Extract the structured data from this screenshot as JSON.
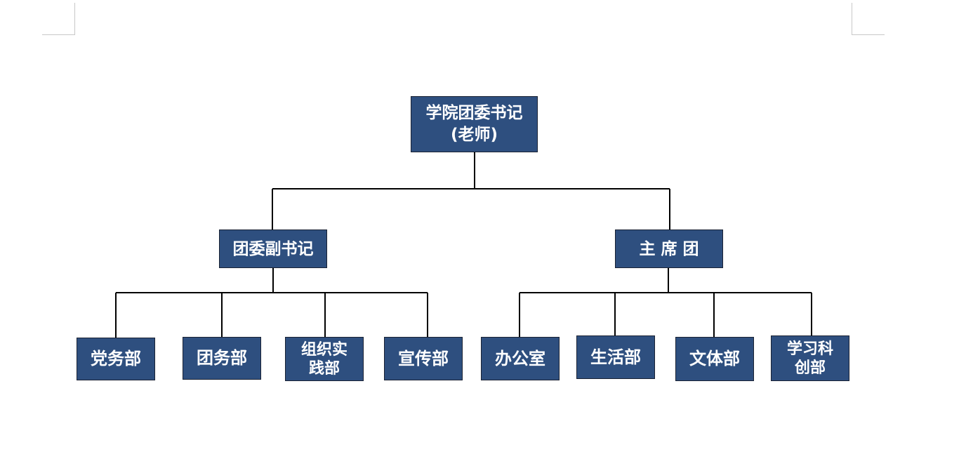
{
  "org_chart": {
    "root": {
      "label": "学院团委书记\n(老师)"
    },
    "branches": [
      {
        "label": "团委副书记",
        "departments": [
          {
            "label": "党务部"
          },
          {
            "label": "团务部"
          },
          {
            "label": "组织实\n践部"
          },
          {
            "label": "宣传部"
          }
        ]
      },
      {
        "label": "主 席 团",
        "departments": [
          {
            "label": "办公室"
          },
          {
            "label": "生活部"
          },
          {
            "label": "文体部"
          },
          {
            "label": "学习科\n创部"
          }
        ]
      }
    ]
  },
  "colors": {
    "box_fill": "#2e4f7f",
    "box_border": "#1a2233",
    "box_text": "#ffffff",
    "connector": "#000000"
  }
}
